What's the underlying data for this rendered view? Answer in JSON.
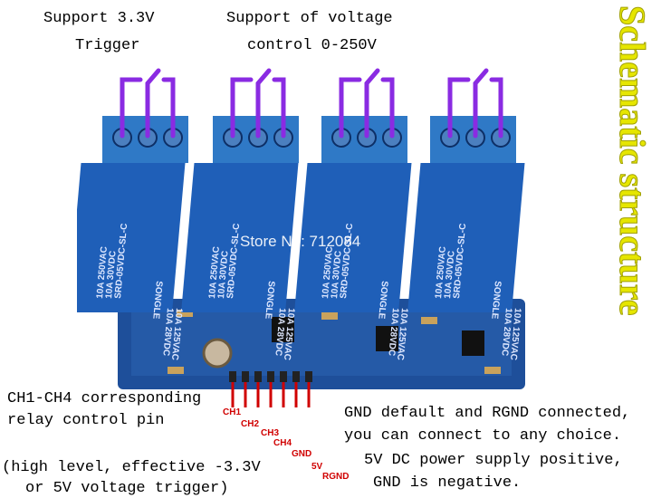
{
  "annotations": {
    "top_left": [
      "Support 3.3V",
      "Trigger"
    ],
    "top_center": [
      "Support of voltage",
      "control 0-250V"
    ],
    "side_title": "Schematic structure",
    "left_pin_note": [
      "CH1-CH4 corresponding",
      "relay control pin"
    ],
    "left_bottom_note": [
      "(high level, effective -3.3V",
      "or 5V voltage trigger)"
    ],
    "right_gnd_note": [
      "GND default and RGND connected,",
      "you can connect to any choice."
    ],
    "right_power_note": [
      "5V DC power supply positive,",
      "GND is negative."
    ],
    "watermark": "Store No: 712084"
  },
  "pin_labels": [
    "CH1",
    "CH2",
    "CH3",
    "CH4",
    "GND",
    "5V",
    "RGND"
  ],
  "relays": [
    {
      "rating1": "10A 250VAC",
      "rating2": "10A 125VAC",
      "rating3": "10A 30VDC",
      "rating4": "10A 28VDC",
      "model": "SRD-05VDC-SL-C",
      "brand": "SONGLE"
    },
    {
      "rating1": "10A 250VAC",
      "rating2": "10A 125VAC",
      "rating3": "10A 30VDC",
      "rating4": "10A 28VDC",
      "model": "SRD-05VDC-SL-C",
      "brand": "SONGLE"
    },
    {
      "rating1": "10A 250VAC",
      "rating2": "10A 125VAC",
      "rating3": "10A 30VDC",
      "rating4": "10A 28VDC",
      "model": "SRD-05VDC-SL-C",
      "brand": "SONGLE"
    },
    {
      "rating1": "10A 250VAC",
      "rating2": "10A 125VAC",
      "rating3": "10A 30VDC",
      "rating4": "10A 28VDC",
      "model": "SRD-05VDC-SL-C",
      "brand": "SONGLE"
    }
  ],
  "colors": {
    "terminal_blue": "#2f79c6",
    "relay_blue": "#1f5fb8",
    "pcb_blue": "#1e4f9a",
    "switch_purple": "#8a2be2",
    "pin_red": "#d00000",
    "side_title_yellow": "#e6e600"
  }
}
